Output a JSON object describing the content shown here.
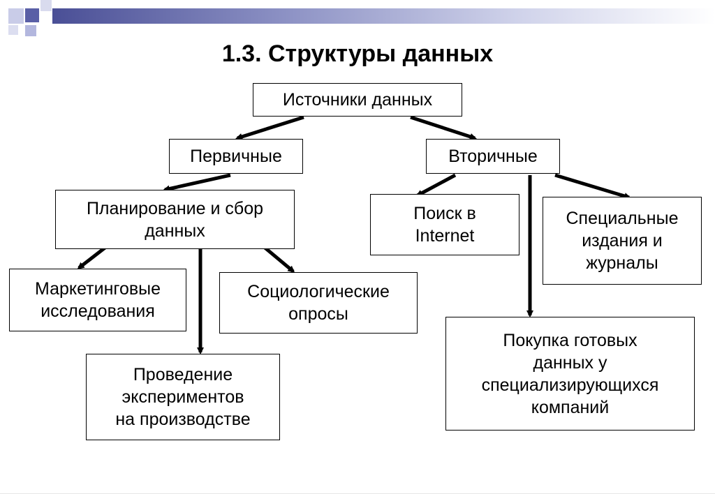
{
  "slide": {
    "title": "1.3. Структуры данных",
    "accent_colors": {
      "band_dark": "#4a4f96",
      "square_dark": "#5a5fa6",
      "square_light": "#c9cce8"
    },
    "nodes": {
      "sources": "Источники данных",
      "primary": "Первичные",
      "secondary": "Вторичные",
      "planning": "Планирование и сбор\nданных",
      "internet": "Поиск в\nInternet",
      "special": "Специальные\nиздания и\nжурналы",
      "marketing": "Маркетинговые\nисследования",
      "sociological": "Социологические\nопросы",
      "experiments": "Проведение\nэкспериментов\nна производстве",
      "purchase": "Покупка готовых\nданных у\nспециализирующихся\nкомпаний"
    }
  }
}
